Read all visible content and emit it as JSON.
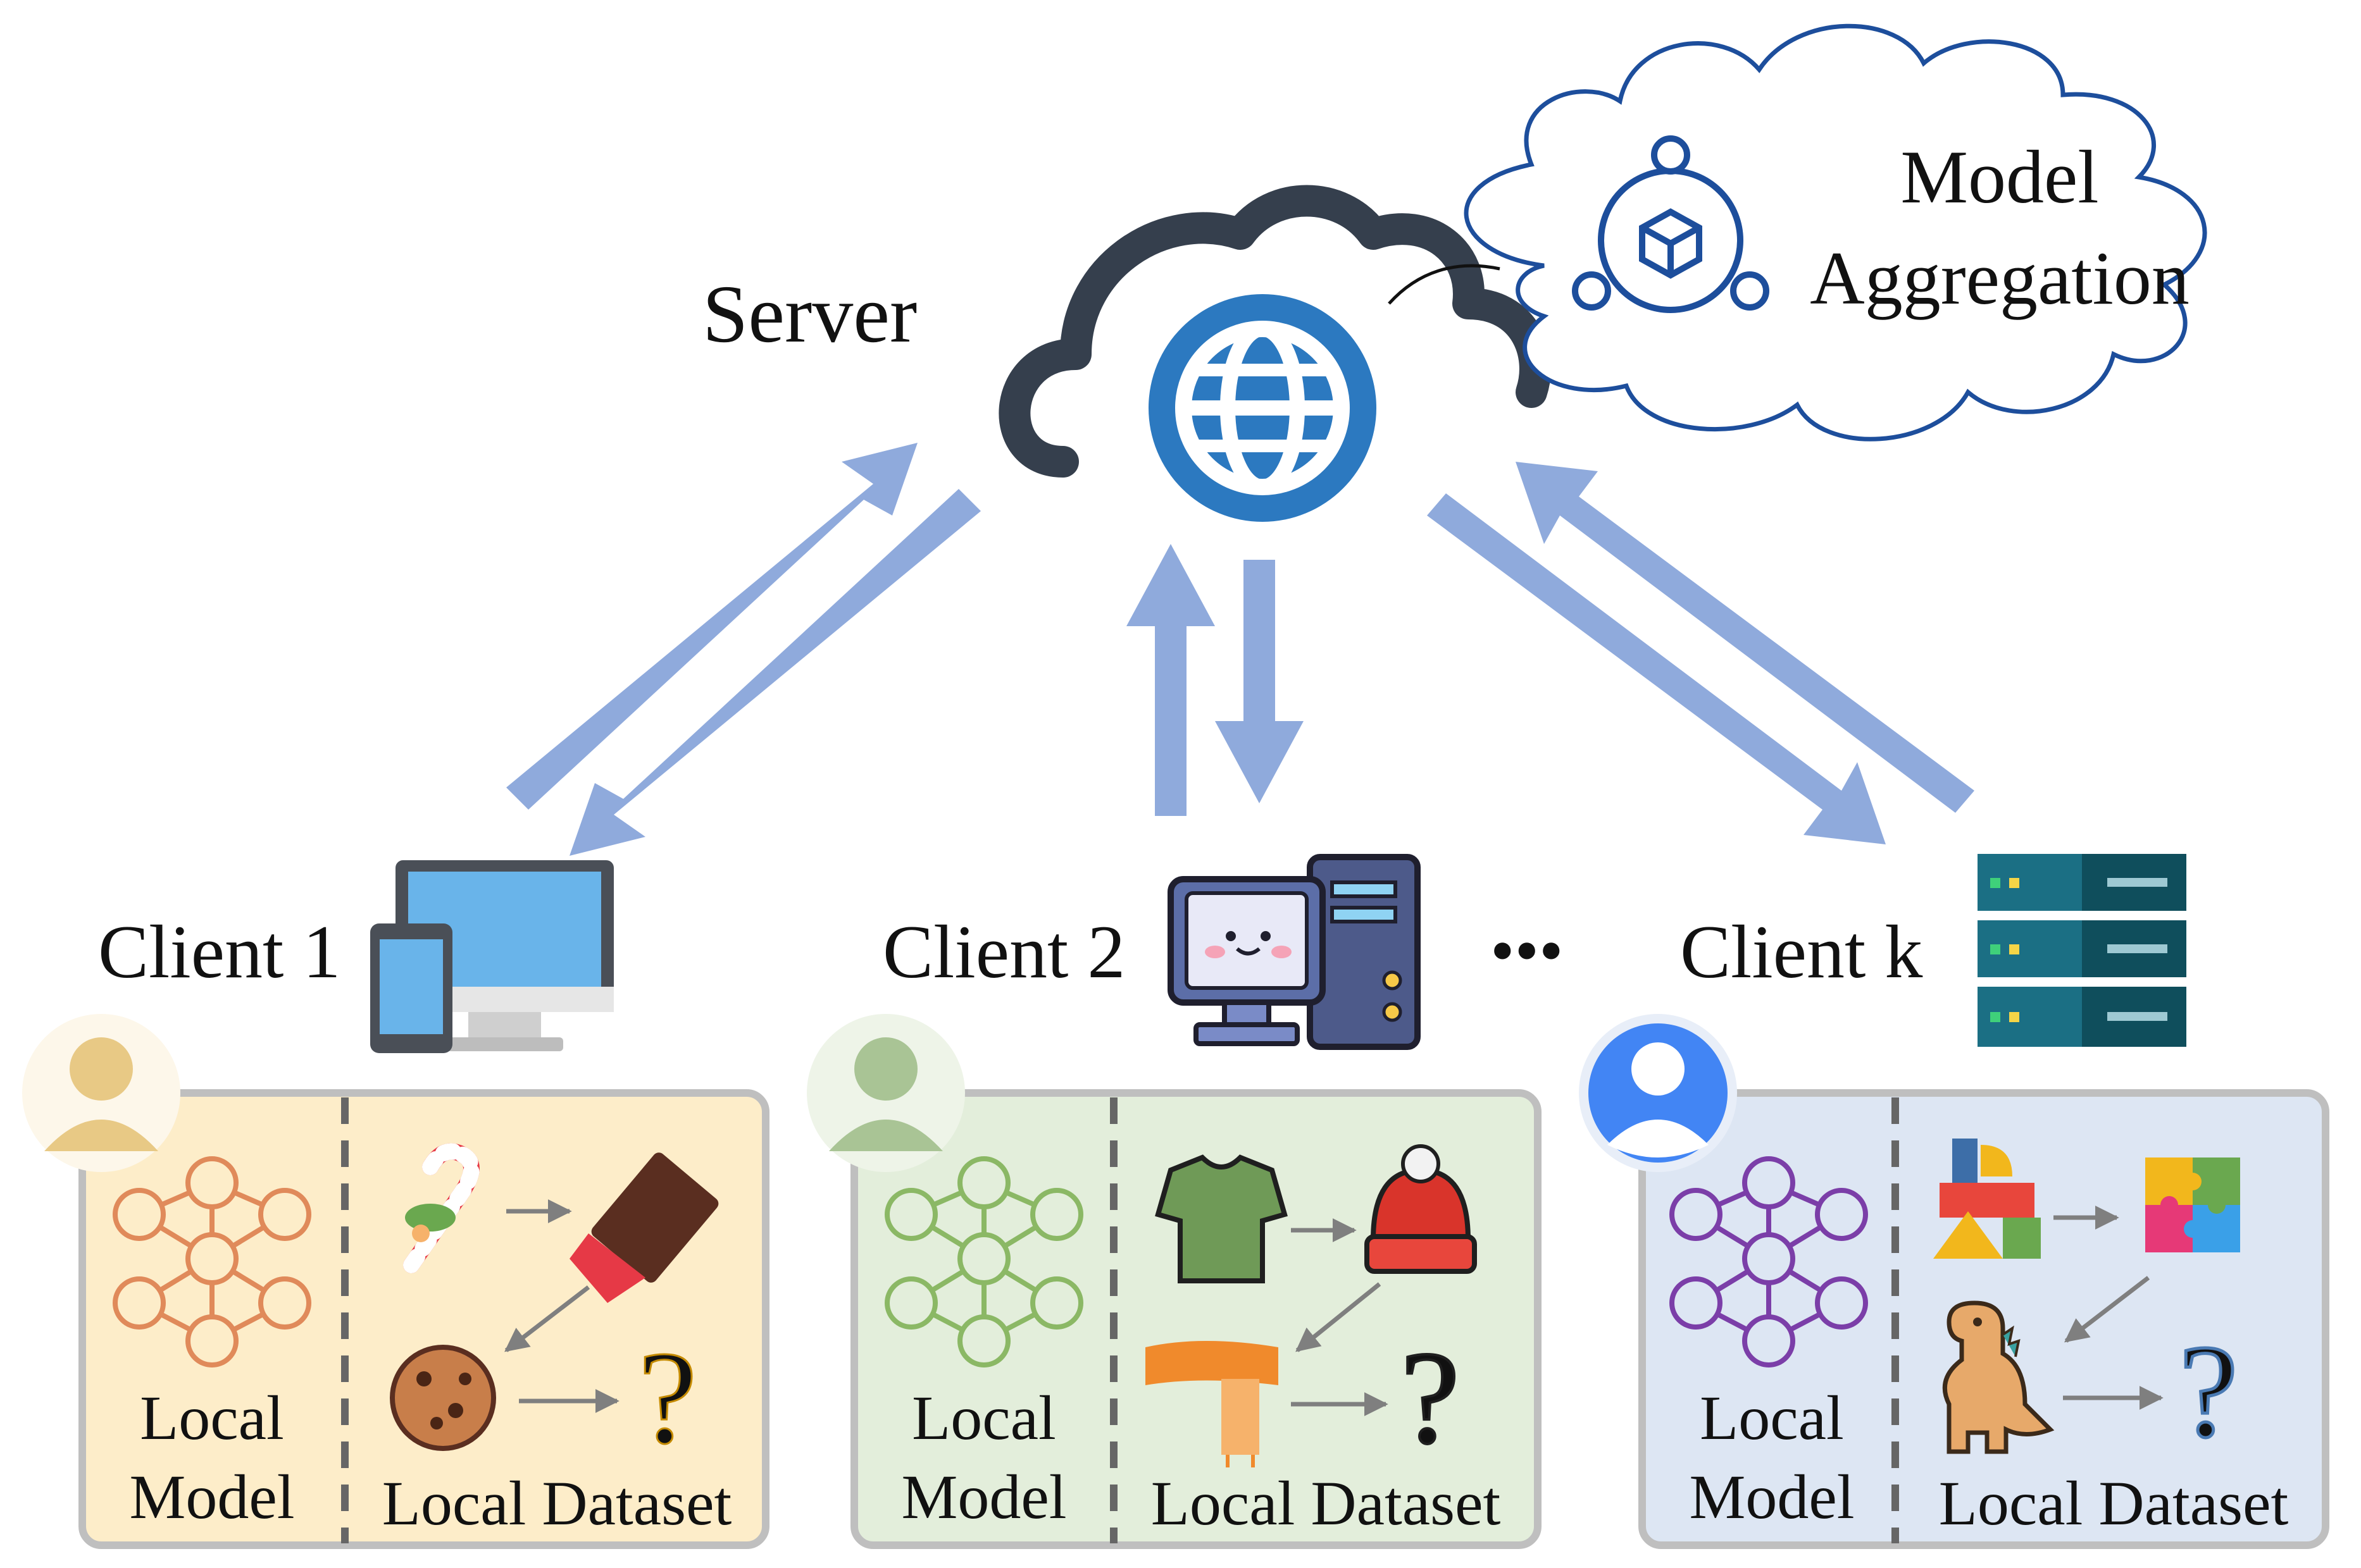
{
  "server": {
    "label": "Server"
  },
  "aggregation": {
    "label_line1": "Model",
    "label_line2": "Aggregation"
  },
  "ellipsis": "•••",
  "clients": [
    {
      "label": "Client 1",
      "model_line1": "Local",
      "model_line2": "Model",
      "dataset_label": "Local Dataset",
      "panel_color": "#fdedc9",
      "accent_color": "#e08a5a",
      "avatar_color": "#e8c985",
      "question_color": "#f2b71c"
    },
    {
      "label": "Client 2",
      "model_line1": "Local",
      "model_line2": "Model",
      "dataset_label": "Local Dataset",
      "panel_color": "#e3eedb",
      "accent_color": "#8bb865",
      "avatar_color": "#a9c495",
      "question_color": "#2a9d8f"
    },
    {
      "label": "Client k",
      "model_line1": "Local",
      "model_line2": "Model",
      "dataset_label": "Local Dataset",
      "panel_color": "#dde6f3",
      "accent_color": "#7b3ea8",
      "avatar_color": "#4285f4",
      "question_color": "#7aa7d6"
    }
  ],
  "colors": {
    "arrow": "#8faadc",
    "cloud_dark": "#353f4d",
    "globe": "#2c79c0",
    "aggregation_outline": "#1d4e9c",
    "panel_border": "#bfbfbf"
  },
  "icons": [
    "cloud-icon",
    "globe-icon",
    "aggregation-icon",
    "laptop-phone-icon",
    "desktop-computer-icon",
    "server-rack-icon",
    "user-avatar-icon",
    "neural-network-icon",
    "candy-cane-icon",
    "chocolate-icon",
    "cookie-icon",
    "question-mark-icon",
    "t-shirt-icon",
    "beanie-icon",
    "scarf-icon",
    "toy-blocks-icon",
    "puzzle-icon",
    "dinosaur-toy-icon"
  ]
}
